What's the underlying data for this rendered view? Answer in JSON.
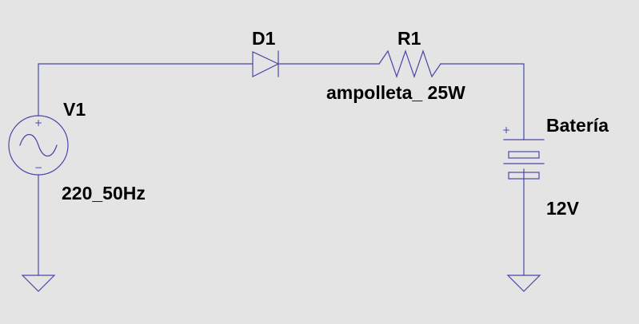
{
  "colors": {
    "background": "#e4e4e4",
    "wire": "#4848a8",
    "component": "#4848a8",
    "label_text": "#000000"
  },
  "components": {
    "source": {
      "name": "V1",
      "value": "220_50Hz",
      "icon": "ac-voltage-source-icon",
      "plus": "+",
      "minus": "−"
    },
    "diode": {
      "name": "D1",
      "icon": "diode-icon"
    },
    "resistor": {
      "name": "R1",
      "value": "ampolleta_ 25W",
      "icon": "resistor-icon"
    },
    "battery": {
      "name": "Batería",
      "value": "12V",
      "icon": "battery-icon",
      "plus": "+"
    },
    "grounds": [
      {
        "icon": "ground-icon"
      },
      {
        "icon": "ground-icon"
      }
    ]
  }
}
